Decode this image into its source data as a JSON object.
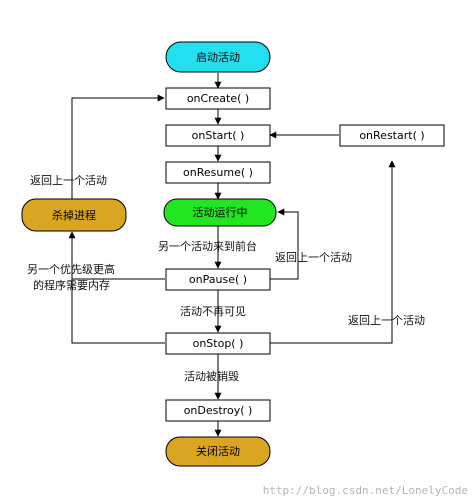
{
  "nodes": {
    "start": "启动活动",
    "oncreate": "onCreate( )",
    "onstart": "onStart( )",
    "onrestart": "onRestart( )",
    "onresume": "onResume( )",
    "running": "活动运行中",
    "kill": "杀掉进程",
    "onpause": "onPause( )",
    "onstop": "onStop( )",
    "ondestroy": "onDestroy( )",
    "end": "关闭活动"
  },
  "labels": {
    "return_left": "返回上一个活动",
    "another_front": "另一个活动来到前台",
    "return_mid": "返回上一个活动",
    "priority_line1": "另一个优先级更高",
    "priority_line2": "的程序需要内存",
    "not_visible": "活动不再可见",
    "return_right": "返回上一个活动",
    "destroyed": "活动被销毁"
  },
  "watermark": "http://blog.csdn.net/LonelyCode",
  "colors": {
    "start": "#22e0f0",
    "running": "#22e622",
    "kill": "#daa520",
    "end": "#daa520",
    "box": "#ffffff",
    "stroke": "#000000"
  }
}
